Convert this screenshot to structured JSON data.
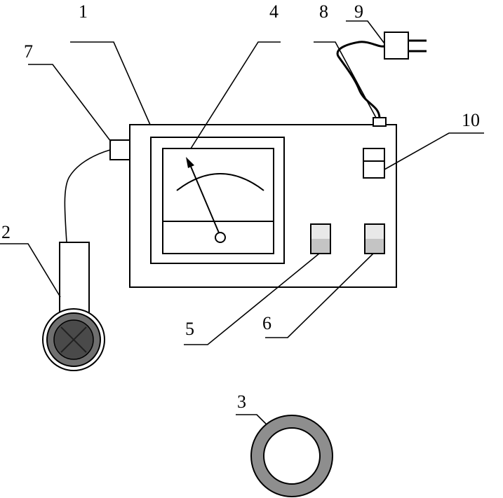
{
  "labels": {
    "n1": "1",
    "n2": "2",
    "n3": "3",
    "n4": "4",
    "n5": "5",
    "n6": "6",
    "n7": "7",
    "n8": "8",
    "n9": "9",
    "n10": "10"
  },
  "colors": {
    "ink": "#000000",
    "knob_fill": "#c4c4c4",
    "knob_top": "#e8e8e8",
    "probe_head": "#6f6f6f",
    "probe_head_inner": "#4a4a4a",
    "ring": "#8e8e8e",
    "background": "#ffffff"
  }
}
